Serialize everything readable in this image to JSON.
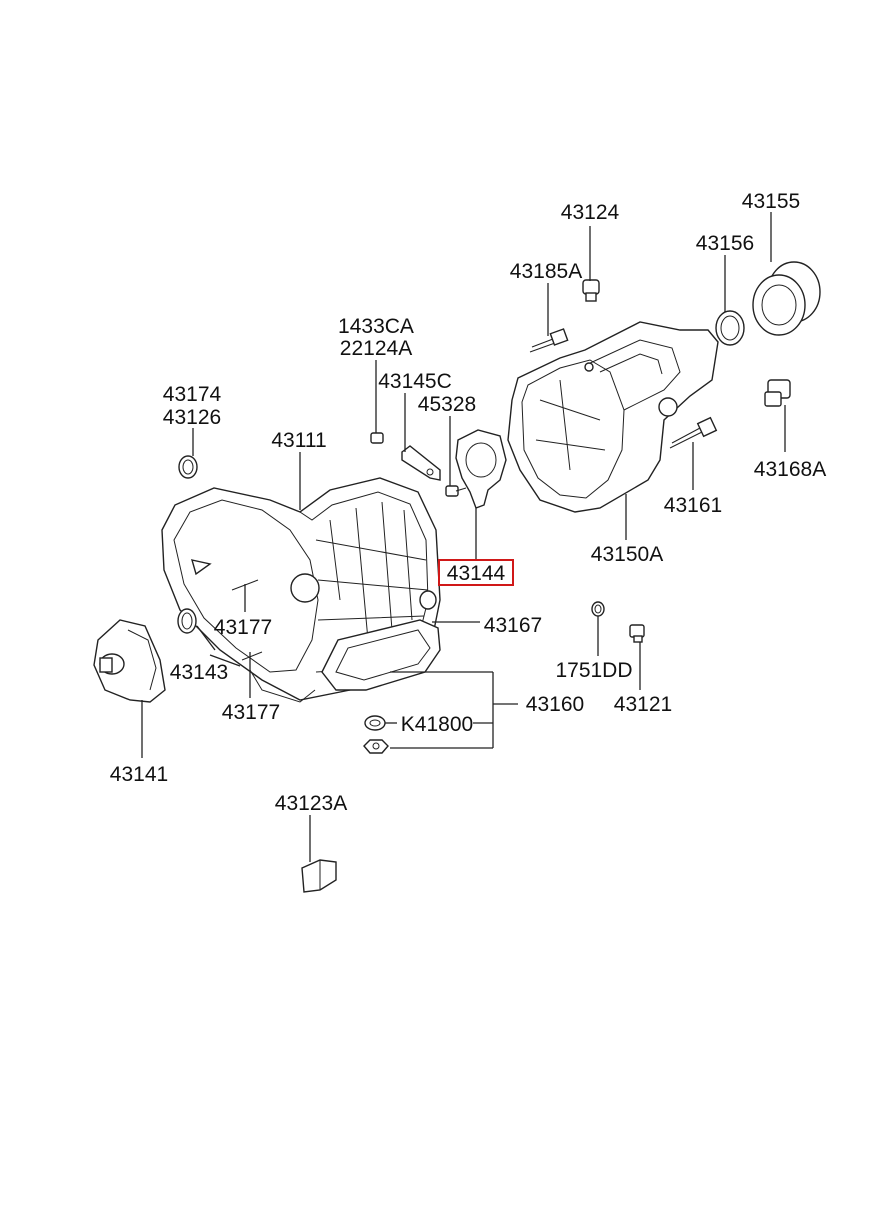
{
  "diagram": {
    "highlight_color": "#d01818",
    "highlighted_part": "43144",
    "labels": {
      "p43124": "43124",
      "p43155": "43155",
      "p43156": "43156",
      "p43185A": "43185A",
      "p1433CA": "1433CA",
      "p22124A": "22124A",
      "p43145C": "43145C",
      "p45328": "45328",
      "p43174": "43174",
      "p43126": "43126",
      "p43111": "43111",
      "p43168A": "43168A",
      "p43161": "43161",
      "p43150A": "43150A",
      "p43144": "43144",
      "p43177a": "43177",
      "p43167": "43167",
      "p43143": "43143",
      "p1751DD": "1751DD",
      "p43121": "43121",
      "p43177b": "43177",
      "p43160": "43160",
      "pK41800": "K41800",
      "p43141": "43141",
      "p43123A": "43123A"
    }
  }
}
